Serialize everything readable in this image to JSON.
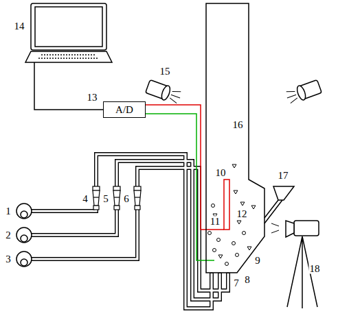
{
  "diagram": {
    "nodes": [
      {
        "text": [
          "A/D"
        ]
      }
    ],
    "labels": [
      "1",
      "2",
      "3",
      "4",
      "5",
      "6",
      "7",
      "8",
      "9",
      "10",
      "11",
      "12",
      "13",
      "14",
      "15",
      "16",
      "17",
      "18"
    ]
  }
}
